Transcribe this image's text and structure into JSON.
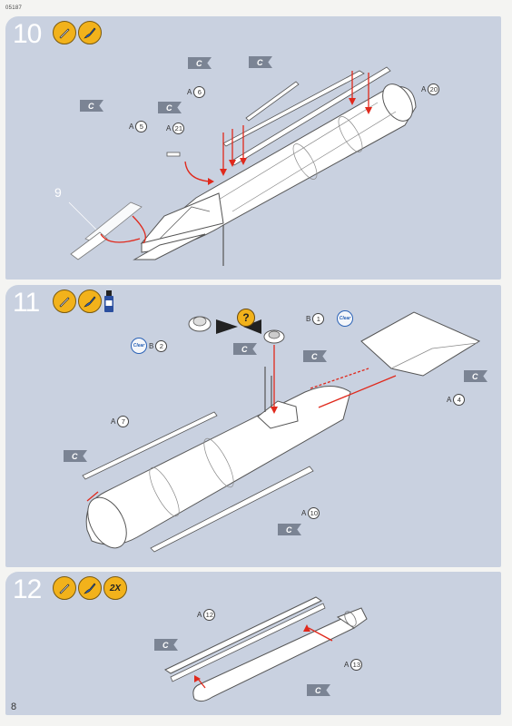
{
  "page": {
    "doc_id": "05187",
    "page_number": "8"
  },
  "steps": [
    {
      "number": "10",
      "reference_step": "9",
      "labels": [
        {
          "prefix": "A",
          "part": "6"
        },
        {
          "prefix": "A",
          "part": "5"
        },
        {
          "prefix": "A",
          "part": "21"
        },
        {
          "prefix": "A",
          "part": "20"
        }
      ],
      "flags": [
        "C",
        "C",
        "C",
        "C"
      ]
    },
    {
      "number": "11",
      "question_mark": "?",
      "clear_label": "Clear",
      "labels": [
        {
          "prefix": "B",
          "part": "1"
        },
        {
          "prefix": "B",
          "part": "2"
        },
        {
          "prefix": "A",
          "part": "7"
        },
        {
          "prefix": "A",
          "part": "4"
        },
        {
          "prefix": "A",
          "part": "10"
        }
      ],
      "flags": [
        "C",
        "C",
        "C",
        "C",
        "C"
      ]
    },
    {
      "number": "12",
      "multiplier": "2X",
      "labels": [
        {
          "prefix": "A",
          "part": "12"
        },
        {
          "prefix": "A",
          "part": "13"
        }
      ],
      "flags": [
        "C",
        "C"
      ]
    }
  ]
}
